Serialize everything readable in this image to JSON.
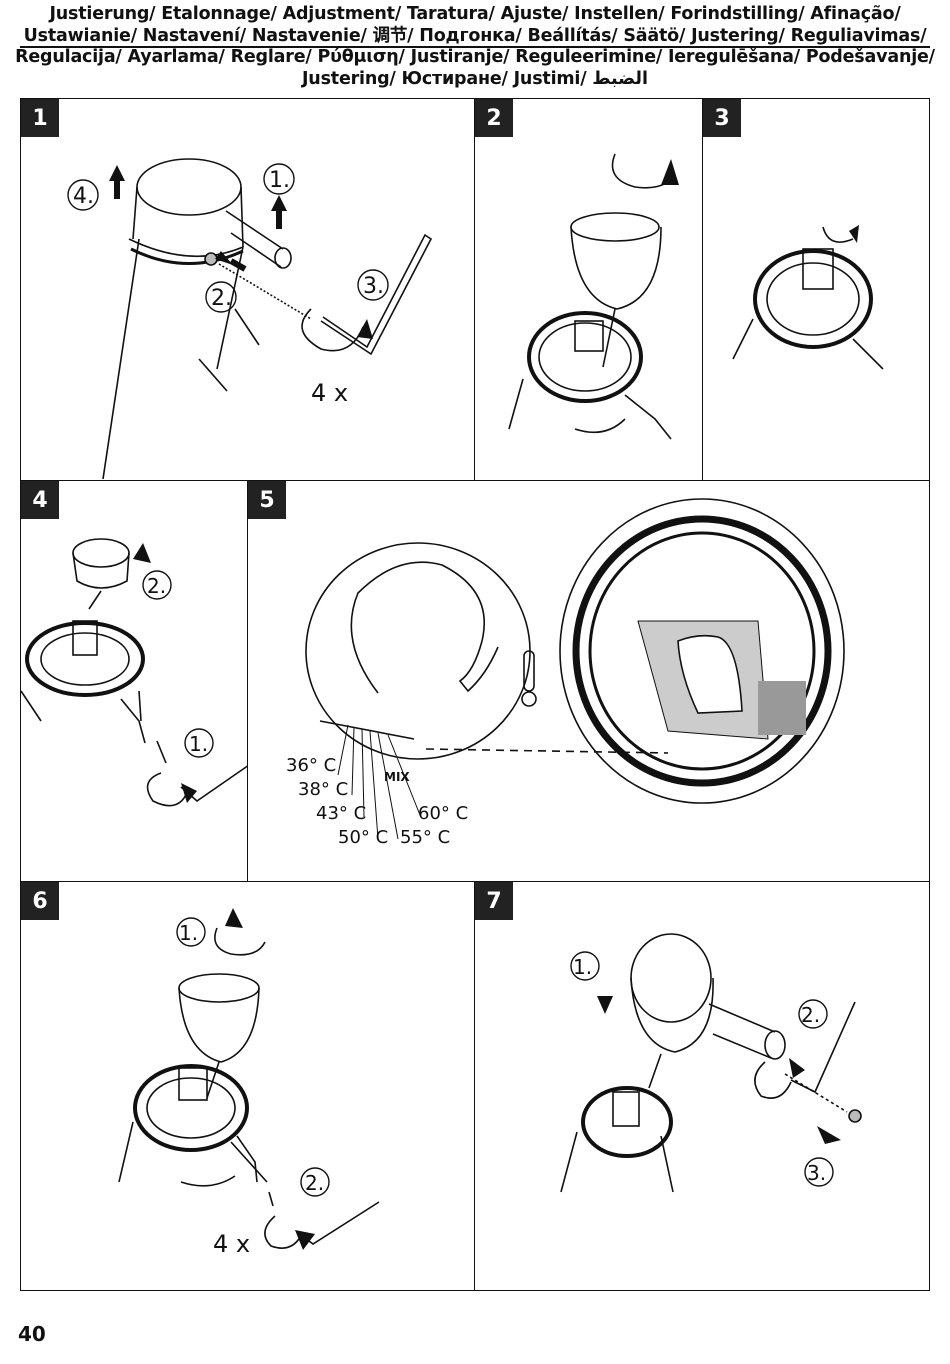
{
  "header": {
    "title": "Justierung/ Etalonnage/ Adjustment/ Taratura/ Ajuste/ Instellen/ Forindstilling/ Afinação/ Ustawianie/ Nastavení/ Nastavenie/ 调节/ Подгонка/ Beállítás/ Säätö/ Justering/ Reguliavimas/ Regulacija/ Ayarlama/ Reglare/ Ρύθμιση/ Justiranje/ Reguleerimine/ Ieregulēšana/ Podešavanje/ Justering/ Юстиране/ Justimi/ الضبط"
  },
  "steps": [
    {
      "number": "1",
      "labels": {
        "a": "1.",
        "b": "2.",
        "c": "3.",
        "d": "4.",
        "count": "4 x"
      }
    },
    {
      "number": "2"
    },
    {
      "number": "3"
    },
    {
      "number": "4",
      "labels": {
        "a": "1.",
        "b": "2."
      }
    },
    {
      "number": "5",
      "temps": [
        "36° C",
        "38° C",
        "43° C",
        "50° C",
        "55° C",
        "60° C"
      ],
      "scale_mark": "MIX"
    },
    {
      "number": "6",
      "labels": {
        "a": "1.",
        "b": "2.",
        "count": "4 x"
      }
    },
    {
      "number": "7",
      "labels": {
        "a": "1.",
        "b": "2.",
        "c": "3."
      }
    }
  ],
  "footer": {
    "page_number": "40"
  },
  "icons": [
    "arrow-icon",
    "rotate-arrow-icon",
    "hex-key-icon",
    "thermometer-icon"
  ]
}
